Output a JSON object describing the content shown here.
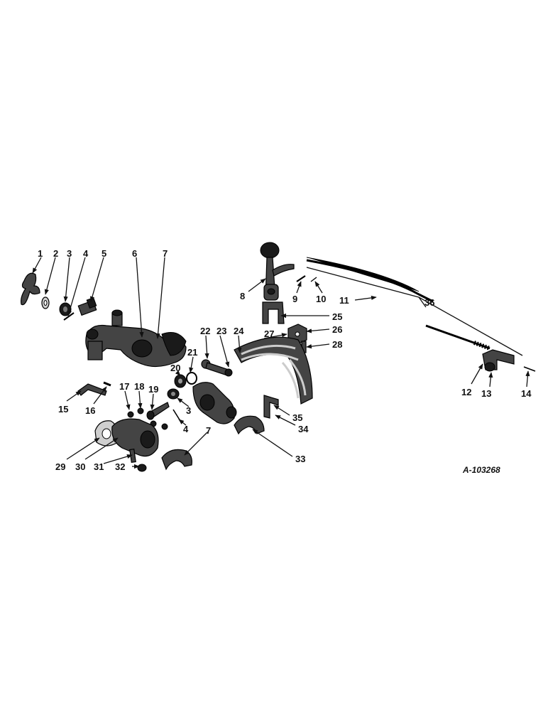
{
  "callouts": [
    "1",
    "2",
    "3",
    "4",
    "5",
    "6",
    "7",
    "8",
    "9",
    "10",
    "11",
    "12",
    "13",
    "14",
    "15",
    "16",
    "17",
    "18",
    "19",
    "20",
    "21",
    "22",
    "23",
    "24",
    "25",
    "26",
    "27",
    "28",
    "29",
    "30",
    "31",
    "32",
    "33",
    "34",
    "35",
    "36",
    "3",
    "4",
    "7"
  ],
  "reference_code": "A-103268"
}
